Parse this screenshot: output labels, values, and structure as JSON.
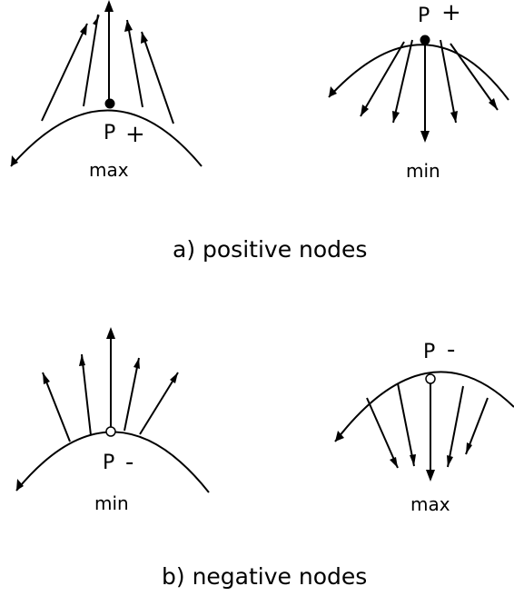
{
  "colors": {
    "stroke": "#000000",
    "node_positive": "#000000",
    "node_negative": "#ffffff"
  },
  "panels": {
    "a": {
      "caption": "a) positive nodes",
      "left": {
        "point": "P",
        "sign": "+",
        "extremum": "max"
      },
      "right": {
        "point": "P",
        "sign": "+",
        "extremum": "min"
      }
    },
    "b": {
      "caption": "b) negative nodes",
      "left": {
        "point": "P",
        "sign": "-",
        "extremum": "min"
      },
      "right": {
        "point": "P",
        "sign": "-",
        "extremum": "max"
      }
    }
  }
}
